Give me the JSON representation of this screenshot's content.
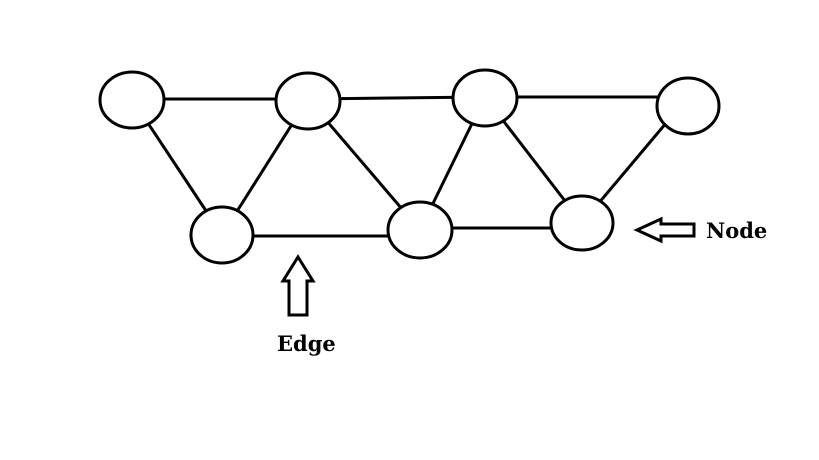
{
  "diagram": {
    "stroke_color": "#000000",
    "fill_color": "#ffffff",
    "labels": {
      "node": "Node",
      "edge": "Edge"
    },
    "nodes": [
      "n1",
      "n2",
      "n3",
      "n4",
      "n5",
      "n6",
      "n7"
    ],
    "edges": [
      [
        "n1",
        "n2"
      ],
      [
        "n2",
        "n3"
      ],
      [
        "n3",
        "n4"
      ],
      [
        "n1",
        "n5"
      ],
      [
        "n5",
        "n2"
      ],
      [
        "n2",
        "n6"
      ],
      [
        "n6",
        "n3"
      ],
      [
        "n3",
        "n7"
      ],
      [
        "n7",
        "n4"
      ],
      [
        "n5",
        "n6"
      ],
      [
        "n6",
        "n7"
      ]
    ]
  }
}
